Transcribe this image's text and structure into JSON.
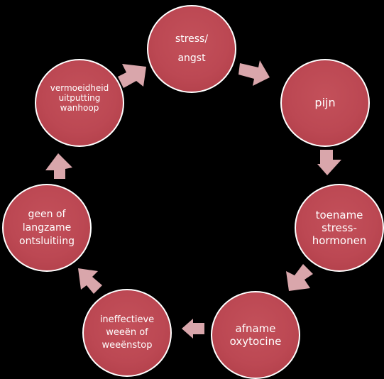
{
  "cycle": {
    "nodes": [
      {
        "id": "stress",
        "label": "stress/\nangst"
      },
      {
        "id": "pijn",
        "label": "pijn"
      },
      {
        "id": "toename",
        "label": "toename\nstress-\nhormonen"
      },
      {
        "id": "afname",
        "label": "afname\noxytocine"
      },
      {
        "id": "ineffectief",
        "label": "ineffectieve\nweeën of\nweeënstop"
      },
      {
        "id": "geen_ontsluiting",
        "label": "geen of\nlangzame\nontsluitiing"
      },
      {
        "id": "vermoeidheid",
        "label": "vermoeidheid\nuitputting\nwanhoop"
      }
    ],
    "colors": {
      "background": "#000000",
      "node_fill": "#bc4853",
      "node_border": "#ffffff",
      "arrow": "#d9a6ab",
      "text": "#ffffff"
    }
  }
}
